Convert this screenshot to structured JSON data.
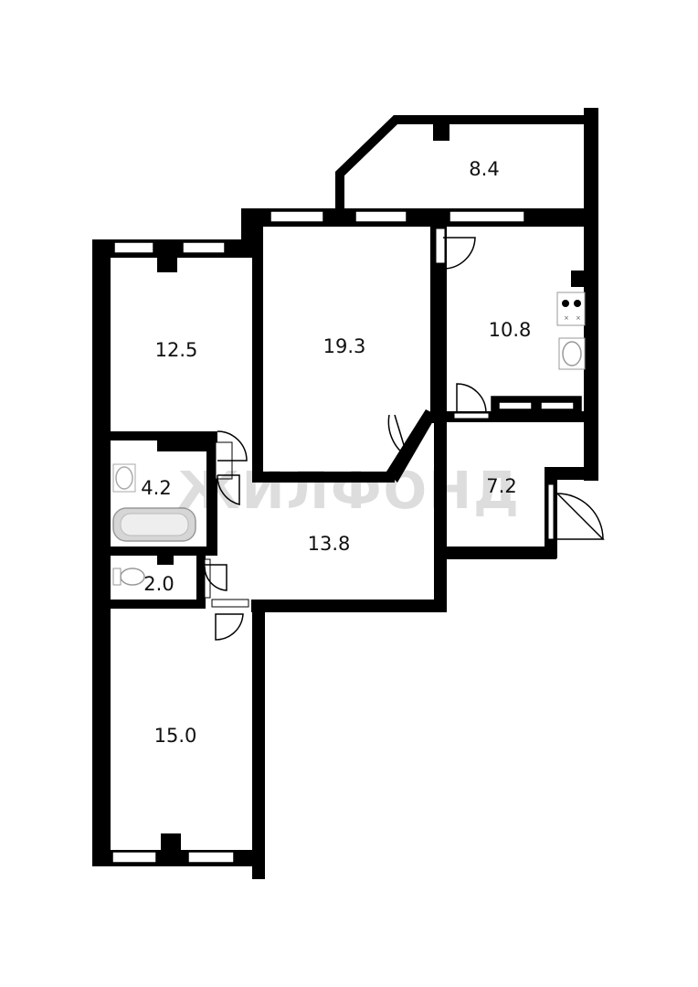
{
  "watermark": "ЖИЛФОНД",
  "rooms": [
    {
      "id": "balcony",
      "area": "8.4"
    },
    {
      "id": "room-left",
      "area": "12.5"
    },
    {
      "id": "room-center",
      "area": "19.3"
    },
    {
      "id": "kitchen",
      "area": "10.8"
    },
    {
      "id": "bathroom",
      "area": "4.2"
    },
    {
      "id": "entry",
      "area": "7.2"
    },
    {
      "id": "hall",
      "area": "13.8"
    },
    {
      "id": "toilet",
      "area": "2.0"
    },
    {
      "id": "room-bottom",
      "area": "15.0"
    }
  ],
  "colors": {
    "wall": "#000000",
    "window": "#ffffff",
    "fixture": "#bfbfbf"
  }
}
